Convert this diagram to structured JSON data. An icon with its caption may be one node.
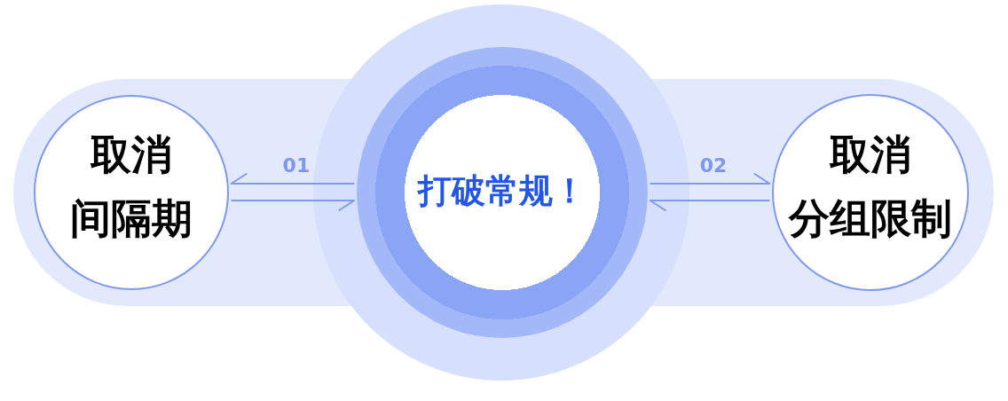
{
  "diagram": {
    "nodes": [
      {
        "text": [
          "取消间隔期"
        ]
      },
      {
        "text": [
          "打破常规！"
        ]
      },
      {
        "text": [
          "取消分组限制"
        ]
      }
    ],
    "edges": [
      {
        "from": 1,
        "to": 0,
        "arrow": "to",
        "label": "01"
      },
      {
        "from": 0,
        "to": 1,
        "arrow": "to"
      },
      {
        "from": 1,
        "to": 2,
        "arrow": "to",
        "label": "02"
      },
      {
        "from": 2,
        "to": 1,
        "arrow": "to"
      }
    ]
  }
}
